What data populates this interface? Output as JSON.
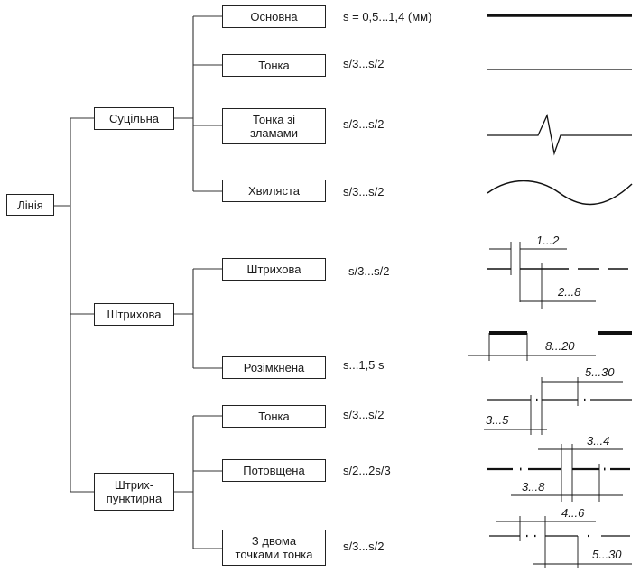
{
  "root": {
    "label": "Лінія"
  },
  "groups": {
    "solid": {
      "label": "Суцільна"
    },
    "dashed": {
      "label": "Штрихова"
    },
    "dashdot": {
      "label": "Штрих-\nпунктирна"
    }
  },
  "types": [
    {
      "label": "Основна",
      "spec": "s = 0,5...1,4 (мм)"
    },
    {
      "label": "Тонка",
      "spec": "s/3...s/2"
    },
    {
      "label": "Тонка зі\nзламами",
      "spec": "s/3...s/2"
    },
    {
      "label": "Хвиляста",
      "spec": "s/3...s/2"
    },
    {
      "label": "Штрихова",
      "spec": "s/3...s/2"
    },
    {
      "label": "Розімкнена",
      "spec": "s...1,5 s"
    },
    {
      "label": "Тонка",
      "spec": "s/3...s/2"
    },
    {
      "label": "Потовщена",
      "spec": "s/2...2s/3"
    },
    {
      "label": "З двома\nточками тонка",
      "spec": "s/3...s/2"
    }
  ],
  "dimensions": {
    "dashed_gap": "1...2",
    "dashed_dash": "2...8",
    "open_gap": "8...20",
    "thin_dashdot_dash": "5...30",
    "thin_dashdot_gap": "3...5",
    "thick_dashdot_dash": "3...4",
    "thick_dashdot_gap": "3...8",
    "twodot_gap": "4...6",
    "twodot_dash": "5...30"
  }
}
